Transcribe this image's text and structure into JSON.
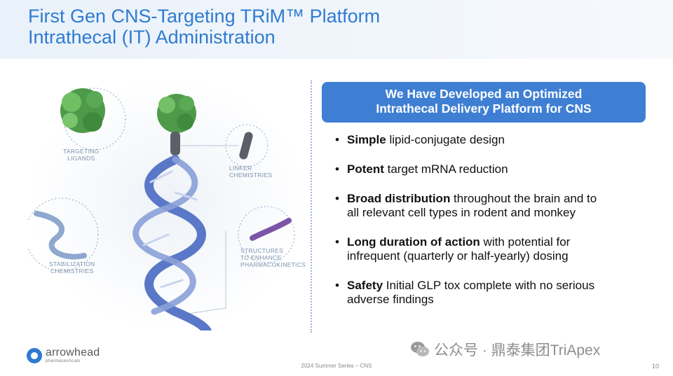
{
  "title": {
    "line1": "First Gen CNS-Targeting TRiM™ Platform",
    "line2": "Intrathecal (IT) Administration"
  },
  "illustration": {
    "labels": {
      "targeting_1": "TARGETING",
      "targeting_2": "LIGANDS",
      "linker_1": "LINKER",
      "linker_2": "CHEMISTRIES",
      "stabilization_1": "STABILIZATION",
      "stabilization_2": "CHEMISTRIES",
      "structures_1": "STRUCTURES",
      "structures_2": "TO ENHANCE",
      "structures_3": "PHARMACOKINETICS"
    }
  },
  "banner": {
    "line1": "We Have Developed an Optimized",
    "line2": "Intrathecal Delivery Platform for CNS"
  },
  "bullets": [
    {
      "bold": "Simple",
      "rest": " lipid-conjugate design",
      "line2": ""
    },
    {
      "bold": "Potent",
      "rest": " target mRNA reduction",
      "line2": ""
    },
    {
      "bold": "Broad distribution",
      "rest": " throughout the brain and to",
      "line2": "all relevant cell types in rodent and monkey"
    },
    {
      "bold": "Long duration of action",
      "rest": " with potential for",
      "line2": "infrequent (quarterly or half-yearly) dosing"
    },
    {
      "bold": "Safety",
      "rest": " Initial GLP tox complete with no serious",
      "line2": "adverse findings"
    }
  ],
  "logo": {
    "name": "arrowhead",
    "sub": "pharmaceuticals"
  },
  "footer": {
    "text": "2024 Summer Series – CNS",
    "page": "10"
  },
  "watermark": {
    "text": "公众号 · 鼎泰集团TriApex",
    "icon": "wechat-icon"
  },
  "colors": {
    "accent": "#2f7bd1",
    "banner": "#3f7fd3"
  }
}
